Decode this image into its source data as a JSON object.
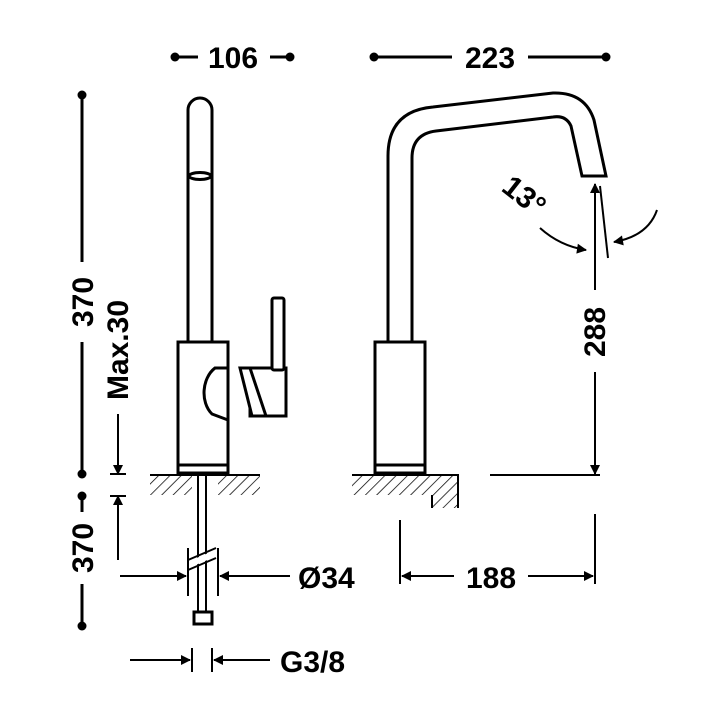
{
  "dimensions": {
    "top_width_front": "106",
    "top_width_side": "223",
    "total_height": "370",
    "max_counter_thickness": "Max.30",
    "hose_length": "370",
    "spout_angle": "13°",
    "spout_height": "288",
    "hole_diameter": "Ø34",
    "spout_reach": "188",
    "connection_thread": "G3/8"
  }
}
